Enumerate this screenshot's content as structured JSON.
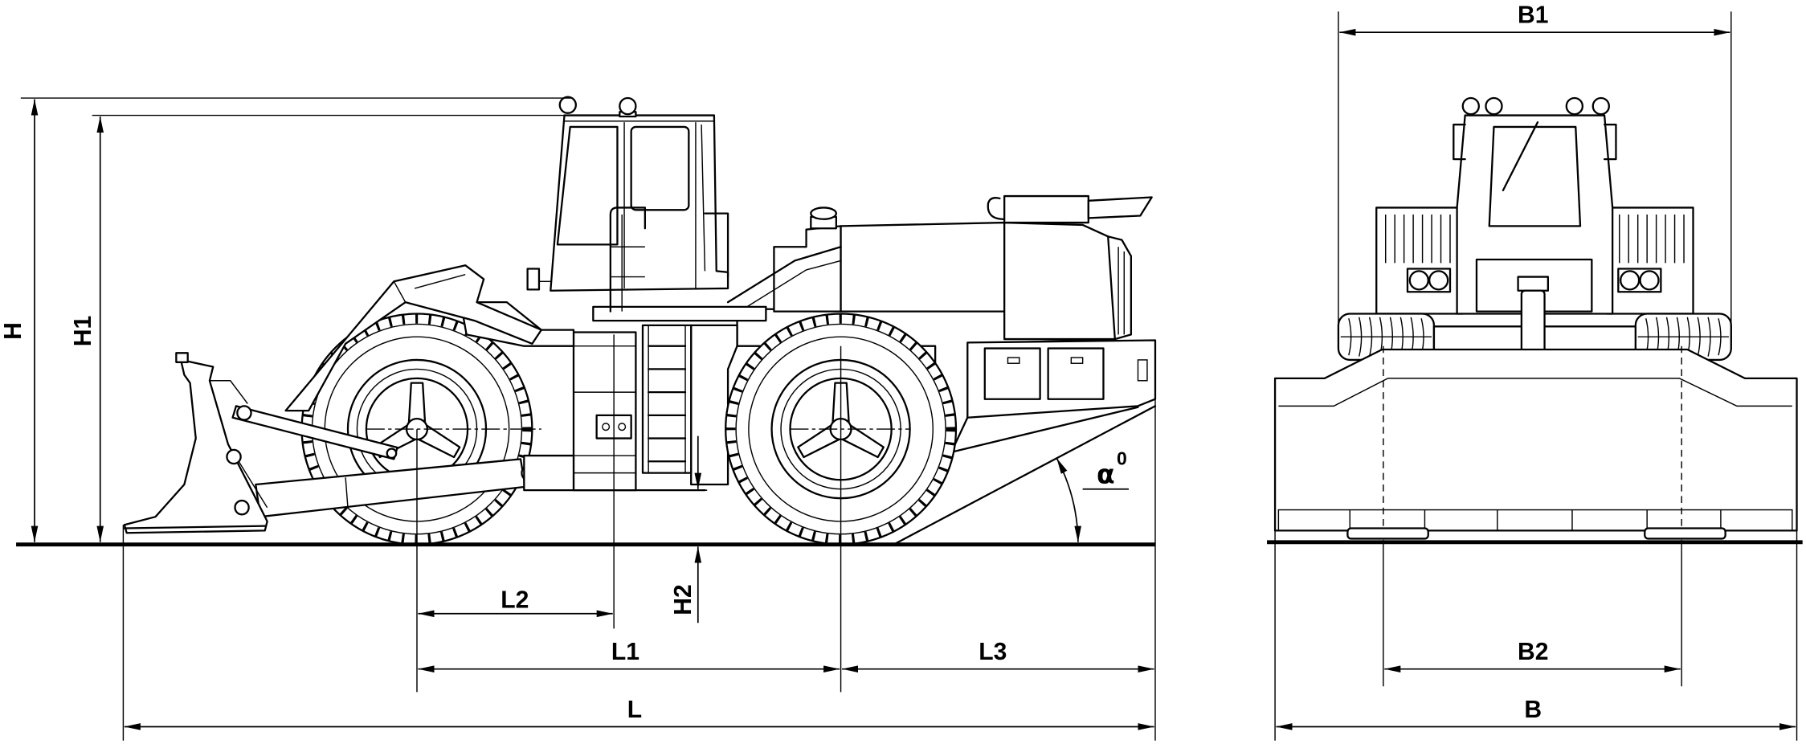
{
  "colors": {
    "line": "#000000",
    "background": "#ffffff"
  },
  "side_view": {
    "dimensions": {
      "H": "H",
      "H1": "H1",
      "H2": "H2",
      "L": "L",
      "L1": "L1",
      "L2": "L2",
      "L3": "L3"
    },
    "angle": {
      "symbol": "α",
      "superscript": "0"
    }
  },
  "front_view": {
    "dimensions": {
      "B": "B",
      "B1": "B1",
      "B2": "B2"
    }
  }
}
